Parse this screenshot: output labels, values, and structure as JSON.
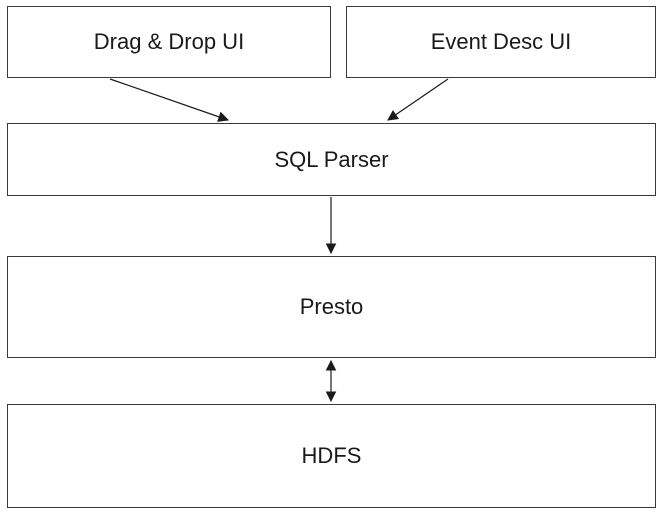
{
  "nodes": {
    "drag_drop_ui": "Drag & Drop UI",
    "event_desc_ui": "Event Desc UI",
    "sql_parser": "SQL Parser",
    "presto": "Presto",
    "hdfs": "HDFS"
  },
  "edges": [
    {
      "from": "Drag & Drop UI",
      "to": "SQL Parser",
      "direction": "forward"
    },
    {
      "from": "Event Desc UI",
      "to": "SQL Parser",
      "direction": "forward"
    },
    {
      "from": "SQL Parser",
      "to": "Presto",
      "direction": "forward"
    },
    {
      "from": "Presto",
      "to": "HDFS",
      "direction": "bidirectional"
    }
  ],
  "colors": {
    "stroke": "#3a3a3a",
    "text": "#1a1a1a",
    "background": "#ffffff"
  }
}
